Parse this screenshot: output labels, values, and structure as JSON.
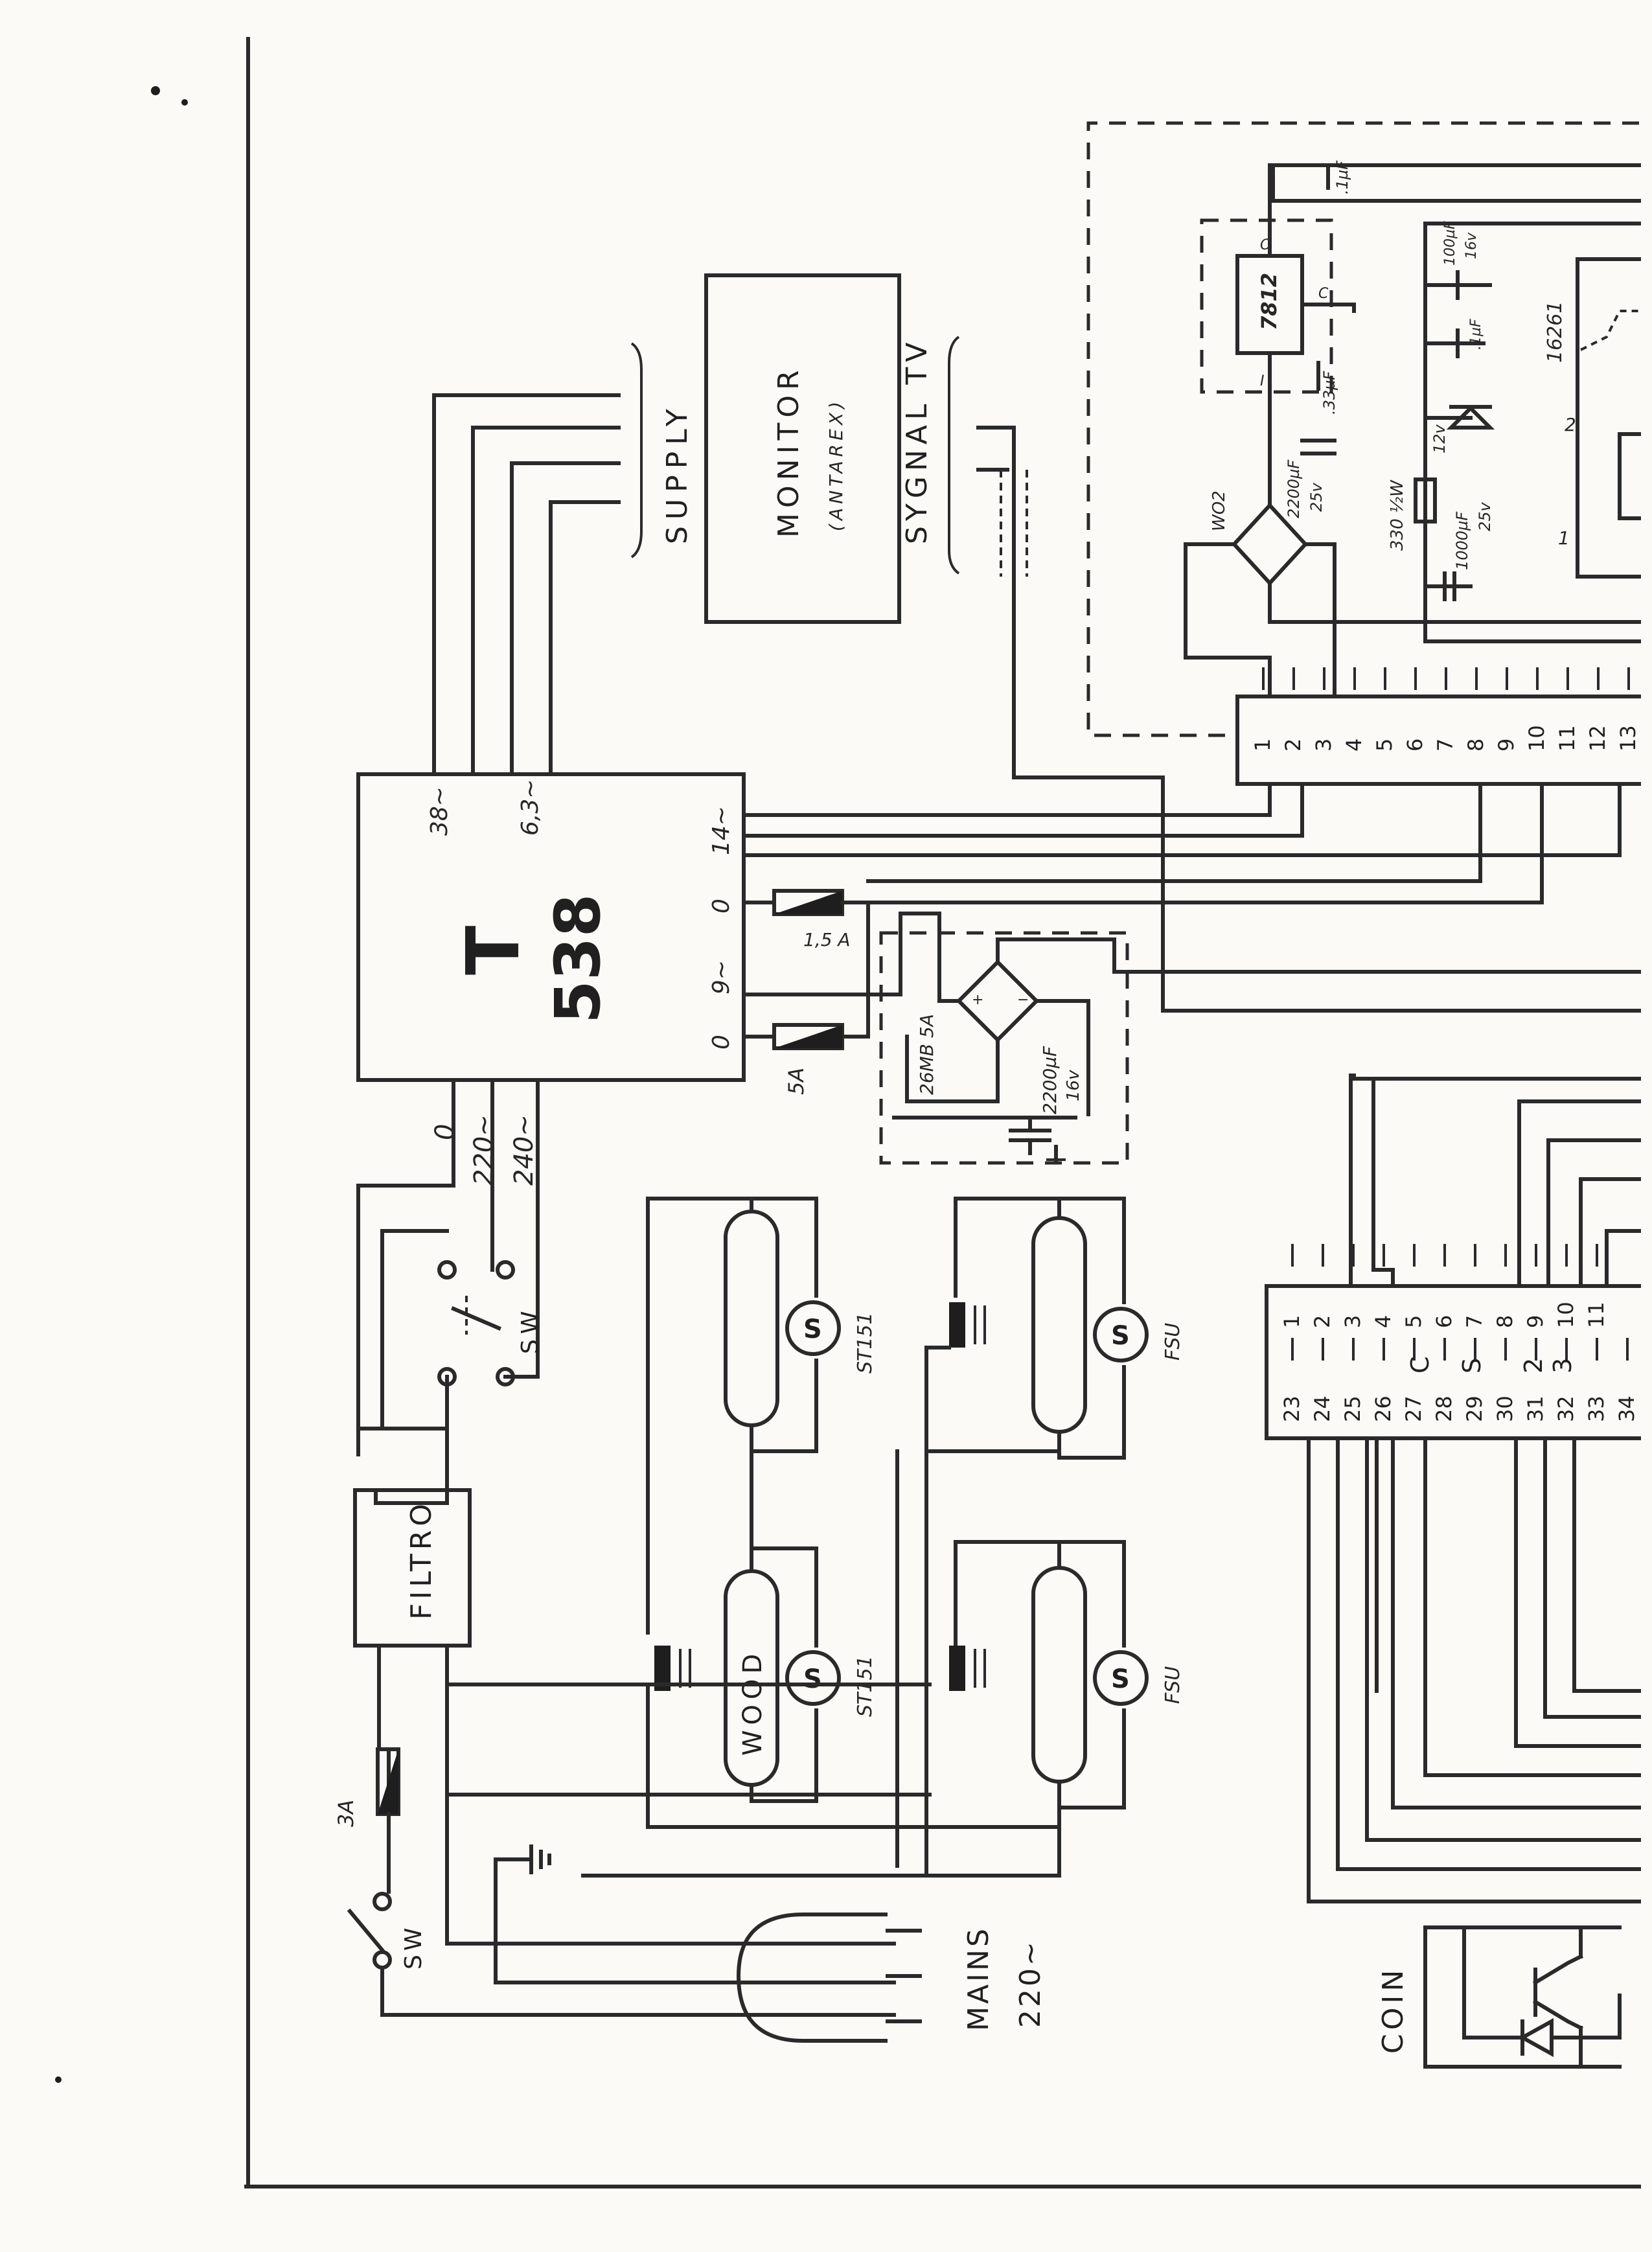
{
  "transformer": {
    "letter": "T",
    "number": "538",
    "secondary_taps": [
      "38~",
      "6,3~"
    ],
    "output_taps": [
      "14~",
      "0",
      "9~",
      "0"
    ],
    "primary_taps": [
      "0",
      "220~",
      "240~"
    ]
  },
  "monitor": {
    "title": "MONITOR",
    "subtitle": "(ANTAREX)",
    "supply_label": "SUPPLY",
    "signal_label": "SYGNAL TV"
  },
  "fuses": {
    "fuse_1_5": "1,5 A",
    "fuse_5": "5A",
    "fuse_3": "3A"
  },
  "rectifier": {
    "bridge_label": "26MB 5A",
    "cap_value": "2200µF",
    "cap_voltage": "16v"
  },
  "regulator": {
    "ic": "7812",
    "pin_in": "I",
    "pin_common": "C",
    "pin_out": "O",
    "cap_top": ".1µF",
    "cap_33": ".33µF",
    "cap_2200": "2200µF",
    "cap_2200_v": "25v",
    "bridge": "WO2",
    "resistor": "330 ½W",
    "zener": "12v",
    "cap_1000": "1000µF",
    "cap_1000_v": "25v",
    "cap_100": "100µF",
    "cap_100_v": "16v",
    "cap_01": ".1µF",
    "chip": "16261",
    "pin_2": "2",
    "pin_1": "1"
  },
  "connector_top": {
    "pins": [
      "1",
      "2",
      "3",
      "4",
      "5",
      "6",
      "7",
      "8",
      "9",
      "10",
      "11",
      "12",
      "13"
    ]
  },
  "connector_bottom": {
    "row_a": [
      "1",
      "2",
      "3",
      "4",
      "5",
      "6",
      "7",
      "8",
      "9",
      "10",
      "11"
    ],
    "row_b": [
      "23",
      "24",
      "25",
      "26",
      "27",
      "28",
      "29",
      "30",
      "31",
      "32",
      "33",
      "34"
    ],
    "mid": [
      "C",
      "S",
      "2",
      "3"
    ]
  },
  "switches": {
    "sw_top": "SW",
    "sw_bottom": "SW"
  },
  "filter": "FILTRO",
  "lamps": {
    "starter_1": "ST151",
    "starter_2": "ST151",
    "starter_3": "FSU",
    "starter_4": "FSU",
    "starter_symbol": "S",
    "wood_label": "WOOD"
  },
  "mains": {
    "label": "MAINS",
    "voltage": "220~"
  },
  "coin": "COIN"
}
